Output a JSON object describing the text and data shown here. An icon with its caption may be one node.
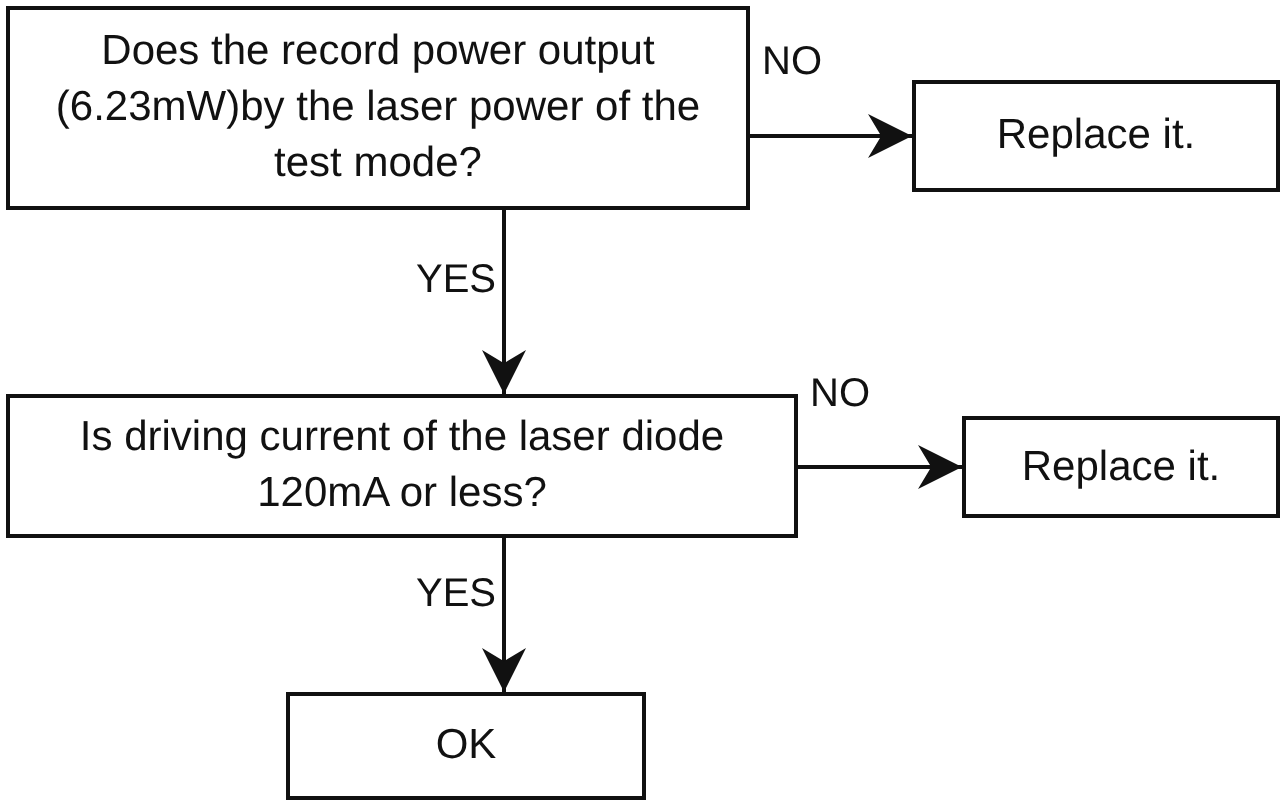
{
  "diagram": {
    "nodes": [
      {
        "text": [
          "Does the record power output (6.23mW)by the laser power of the test mode?"
        ]
      },
      {
        "text": [
          "Replace it."
        ]
      },
      {
        "text": [
          "Is driving current of the laser diode 120mA or less?"
        ]
      },
      {
        "text": [
          "Replace it."
        ]
      },
      {
        "text": [
          "OK"
        ]
      }
    ],
    "edges": [
      {
        "from": 0,
        "to": 1,
        "arrow": "to",
        "label": "NO"
      },
      {
        "from": 0,
        "to": 2,
        "arrow": "to",
        "label": "YES"
      },
      {
        "from": 2,
        "to": 3,
        "arrow": "to",
        "label": "NO"
      },
      {
        "from": 2,
        "to": 4,
        "arrow": "to",
        "label": "YES"
      }
    ]
  }
}
